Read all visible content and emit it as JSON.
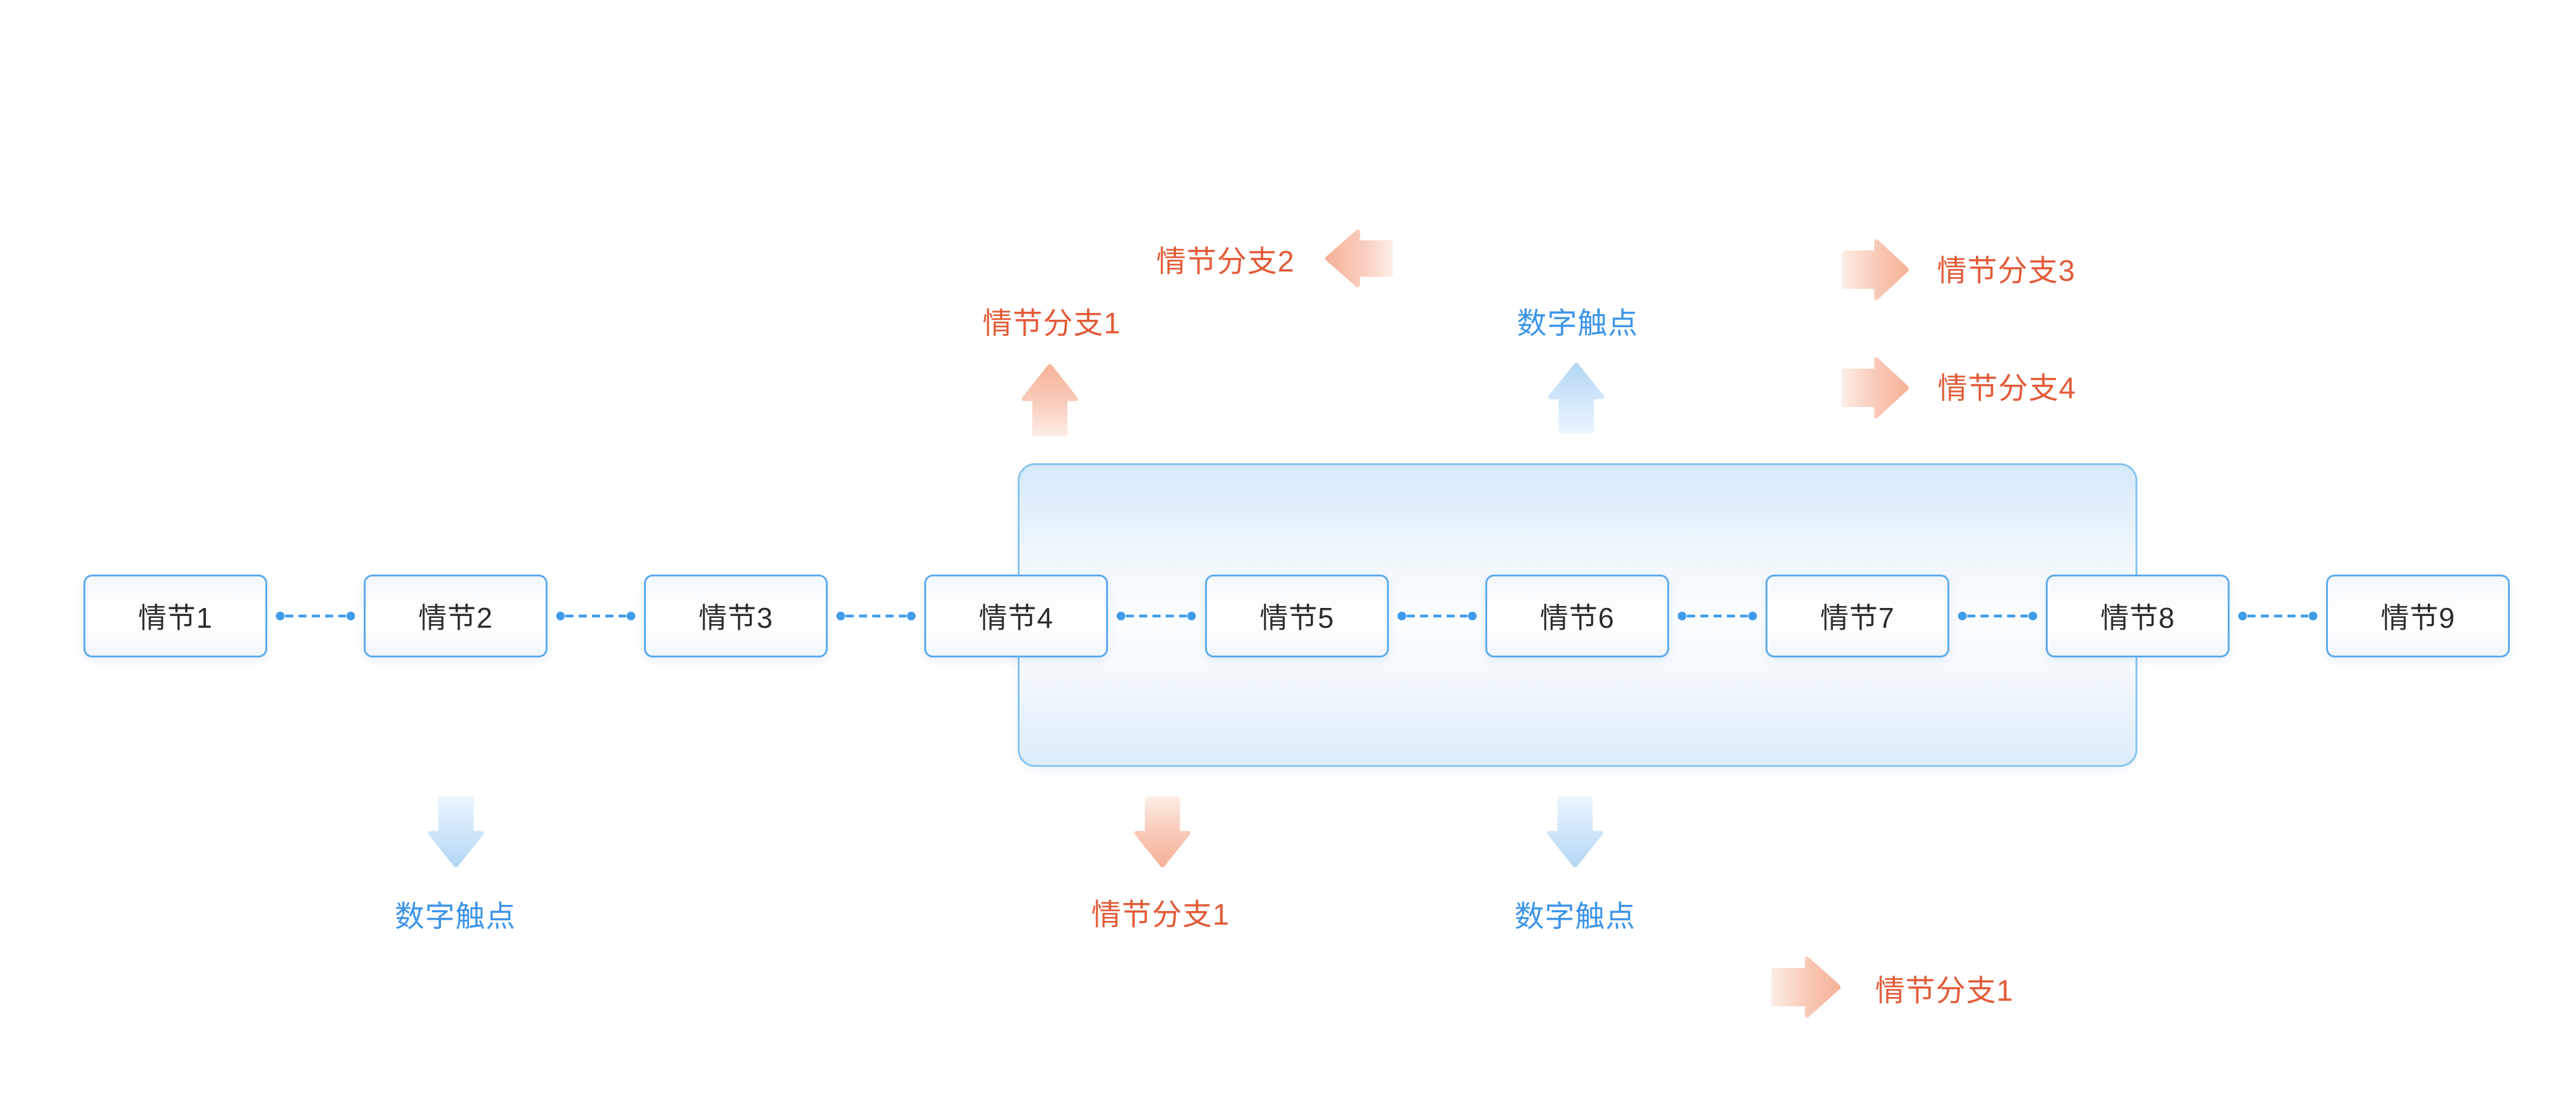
{
  "diagram": {
    "type": "plot-flow-timeline",
    "background": "#ffffff",
    "nodes": [
      {
        "label": "情节1"
      },
      {
        "label": "情节2"
      },
      {
        "label": "情节3"
      },
      {
        "label": "情节4"
      },
      {
        "label": "情节5"
      },
      {
        "label": "情节6"
      },
      {
        "label": "情节7"
      },
      {
        "label": "情节8"
      },
      {
        "label": "情节9"
      }
    ],
    "container": {
      "description": "highlight range box",
      "covers_from_node": "情节4",
      "covers_to_node": "情节8"
    },
    "annotations": {
      "top_branch_1": {
        "label": "情节分支1",
        "arrow_direction": "up",
        "color": "#e25b38"
      },
      "top_branch_2": {
        "label": "情节分支2",
        "arrow_direction": "left",
        "color": "#e25b38"
      },
      "top_touchpoint": {
        "label": "数字触点",
        "arrow_direction": "up",
        "color": "#3e95e9"
      },
      "right_branch_3": {
        "label": "情节分支3",
        "arrow_direction": "right",
        "color": "#e25b38"
      },
      "right_branch_4": {
        "label": "情节分支4",
        "arrow_direction": "right",
        "color": "#e25b38"
      },
      "bottom_touchpoint_left": {
        "label": "数字触点",
        "arrow_direction": "down",
        "color": "#3e95e9"
      },
      "bottom_branch_1": {
        "label": "情节分支1",
        "arrow_direction": "down",
        "color": "#e25b38"
      },
      "bottom_touchpoint_mid": {
        "label": "数字触点",
        "arrow_direction": "down",
        "color": "#3e95e9"
      },
      "bottom_right_branch_1": {
        "label": "情节分支1",
        "arrow_direction": "right",
        "color": "#e25b38"
      }
    },
    "colors": {
      "node_border": "#5caaec",
      "node_text": "#2b2b2b",
      "connector_blue": "#3f9ceb",
      "container_border": "#86c3ef",
      "container_fill_top": "#d5e9f9",
      "label_orange": "#e25b38",
      "label_blue": "#3e95e9",
      "arrow_orange_tip": "#f6b197",
      "arrow_orange_tail": "#fdeee7",
      "arrow_blue_tip": "#b2d7f4",
      "arrow_blue_tail": "#edf6fd"
    }
  }
}
